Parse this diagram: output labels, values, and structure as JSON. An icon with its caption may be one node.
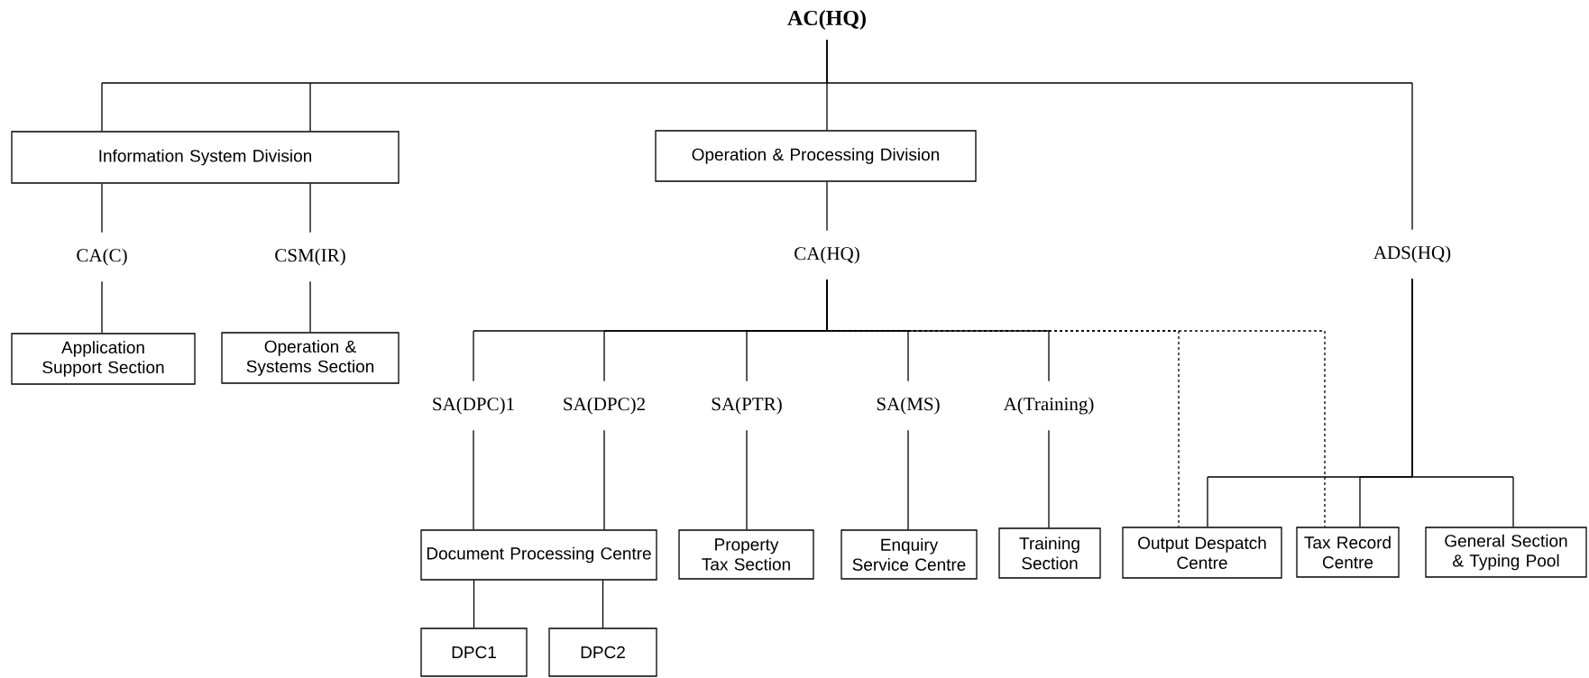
{
  "diagram": {
    "nodes": [
      {
        "text": [
          "AC(HQ)"
        ]
      },
      {
        "text": [
          "Information System Division"
        ]
      },
      {
        "text": [
          "Operation & Processing Division"
        ]
      },
      {
        "text": [
          "CA(C)"
        ]
      },
      {
        "text": [
          "CSM(IR)"
        ]
      },
      {
        "text": [
          "CA(HQ)"
        ]
      },
      {
        "text": [
          "ADS(HQ)"
        ]
      },
      {
        "text": [
          "Application Support Section"
        ]
      },
      {
        "text": [
          "Operation & Systems Section"
        ]
      },
      {
        "text": [
          "SA(DPC)1"
        ]
      },
      {
        "text": [
          "SA(DPC)2"
        ]
      },
      {
        "text": [
          "SA(PTR)"
        ]
      },
      {
        "text": [
          "SA(MS)"
        ]
      },
      {
        "text": [
          "A(Training)"
        ]
      },
      {
        "text": [
          "Document Processing Centre"
        ]
      },
      {
        "text": [
          "Property Tax Section"
        ]
      },
      {
        "text": [
          "Enquiry Service Centre"
        ]
      },
      {
        "text": [
          "Training Section"
        ]
      },
      {
        "text": [
          "Output Despatch Centre"
        ]
      },
      {
        "text": [
          "Tax Record Centre"
        ]
      },
      {
        "text": [
          "General Section & Typing Pool"
        ]
      },
      {
        "text": [
          "DPC1"
        ]
      },
      {
        "text": [
          "DPC2"
        ]
      }
    ],
    "edges": [
      {
        "from": 0,
        "to": 1,
        "arrow": "none"
      },
      {
        "from": 0,
        "to": 2,
        "arrow": "none"
      },
      {
        "from": 0,
        "to": 6,
        "arrow": "none"
      },
      {
        "from": 1,
        "to": 3,
        "arrow": "none"
      },
      {
        "from": 1,
        "to": 4,
        "arrow": "none"
      },
      {
        "from": 2,
        "to": 5,
        "arrow": "none"
      },
      {
        "from": 3,
        "to": 7,
        "arrow": "none"
      },
      {
        "from": 4,
        "to": 8,
        "arrow": "none"
      },
      {
        "from": 5,
        "to": 9,
        "arrow": "none"
      },
      {
        "from": 5,
        "to": 10,
        "arrow": "none"
      },
      {
        "from": 5,
        "to": 11,
        "arrow": "none"
      },
      {
        "from": 5,
        "to": 12,
        "arrow": "none"
      },
      {
        "from": 5,
        "to": 13,
        "arrow": "none"
      },
      {
        "from": 5,
        "to": 18,
        "arrow": "none",
        "style": "dashed"
      },
      {
        "from": 5,
        "to": 19,
        "arrow": "none",
        "style": "dashed"
      },
      {
        "from": 6,
        "to": 18,
        "arrow": "none"
      },
      {
        "from": 6,
        "to": 19,
        "arrow": "none"
      },
      {
        "from": 6,
        "to": 20,
        "arrow": "none"
      },
      {
        "from": 9,
        "to": 14,
        "arrow": "none"
      },
      {
        "from": 10,
        "to": 14,
        "arrow": "none"
      },
      {
        "from": 11,
        "to": 15,
        "arrow": "none"
      },
      {
        "from": 12,
        "to": 16,
        "arrow": "none"
      },
      {
        "from": 13,
        "to": 17,
        "arrow": "none"
      },
      {
        "from": 14,
        "to": 21,
        "arrow": "none"
      },
      {
        "from": 14,
        "to": 22,
        "arrow": "none"
      }
    ]
  }
}
